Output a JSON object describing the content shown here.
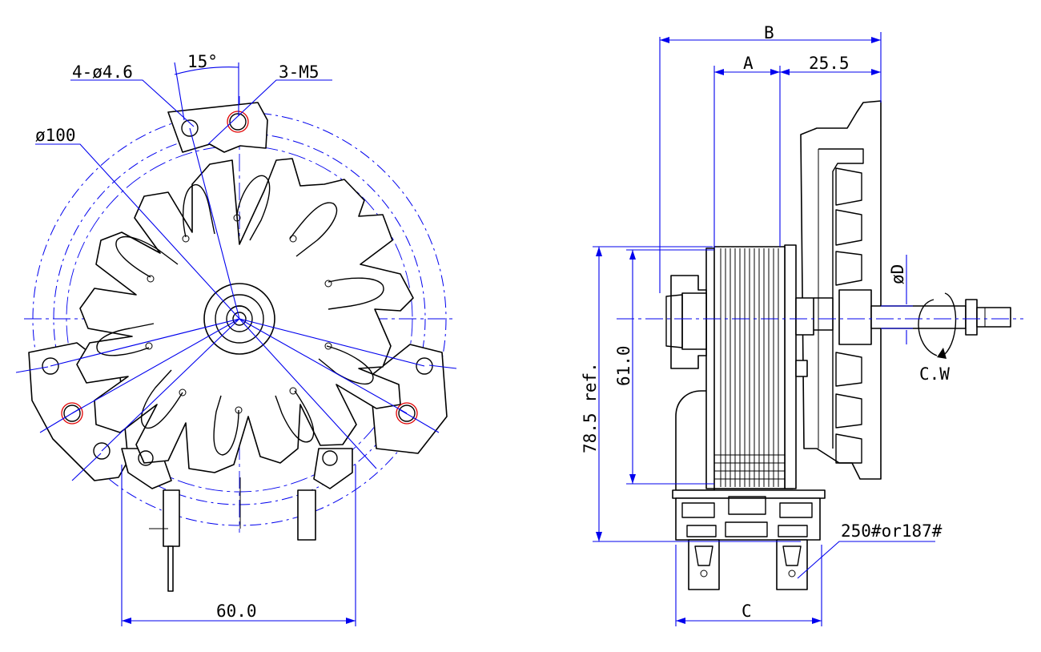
{
  "front_view": {
    "labels": {
      "holes_small": "4-ø4.6",
      "angle": "15°",
      "holes_thread": "3-M5",
      "diameter": "ø100",
      "width": "60.0"
    }
  },
  "side_view": {
    "labels": {
      "overall_length": "B",
      "stack_length": "A",
      "flange_offset": "25.5",
      "shaft_diameter": "øD",
      "rotation": "C.W",
      "height_ref": "78.5 ref.",
      "core_height": "61.0",
      "terminal_type": "250#or187#",
      "terminal_spacing": "C"
    }
  },
  "colors": {
    "dimension_lines": "#0000ee",
    "outline": "#000000",
    "thread_holes": "#e00000"
  }
}
